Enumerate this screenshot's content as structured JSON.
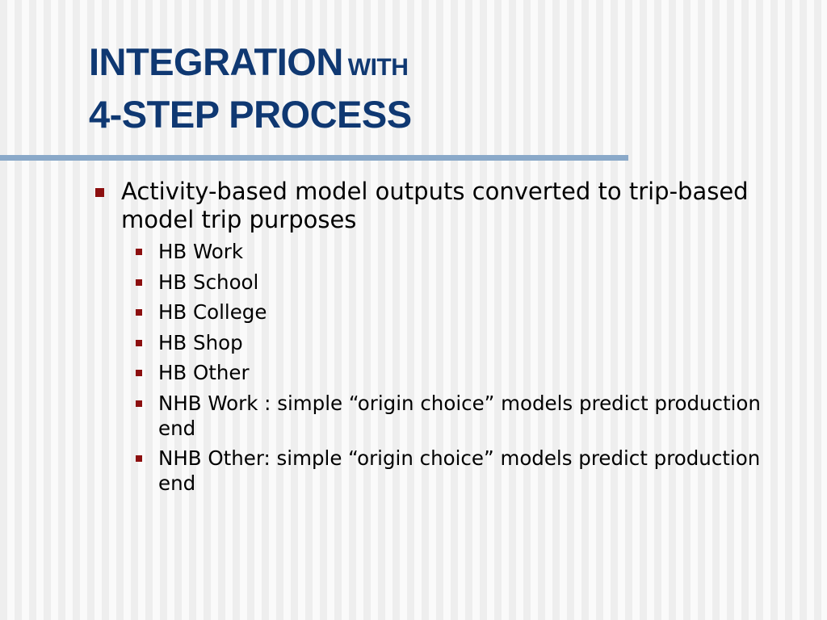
{
  "title": {
    "line1_main": "INTEGRATION",
    "line1_small": "WITH",
    "line2": "4-STEP PROCESS"
  },
  "colors": {
    "title": "#0f3872",
    "divider": "#8aa9c9",
    "bullet": "#8c0f0f"
  },
  "bullets": {
    "main": "Activity-based model outputs converted to trip-based model trip purposes",
    "sub": [
      "HB Work",
      "HB School",
      "HB College",
      "HB Shop",
      "HB Other",
      "NHB Work : simple “origin choice” models predict production end",
      "NHB Other: simple “origin choice” models predict production end"
    ]
  }
}
